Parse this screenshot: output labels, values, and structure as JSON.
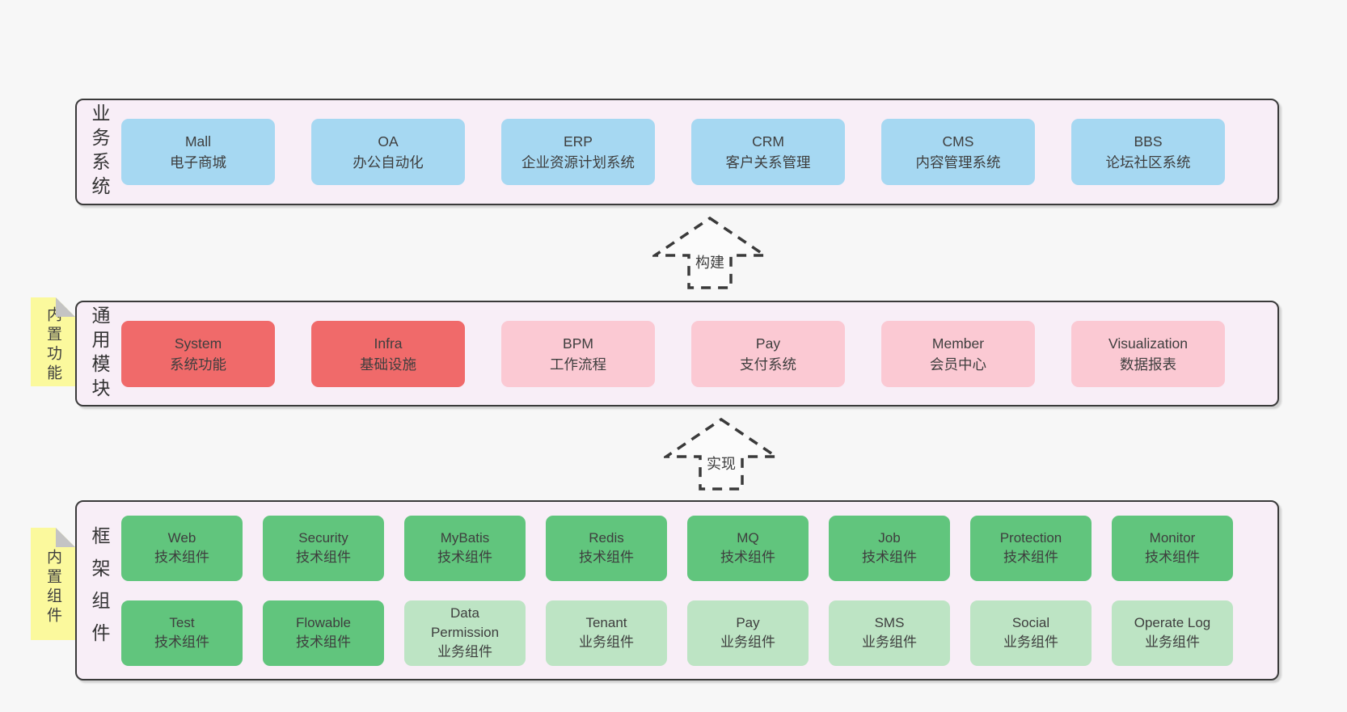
{
  "colors": {
    "page_bg": "#f7f7f7",
    "panel_bg": "#f8eef7",
    "panel_border": "#3a3a3a",
    "blue_box": "#a6d8f2",
    "red_box": "#f06a6a",
    "pink_box": "#fbc9d3",
    "green_box": "#61c57d",
    "light_green_box": "#bde4c4",
    "sticky_bg": "#fbf99d",
    "sticky_fold": "#c4c4c4",
    "text": "#3e3e3e"
  },
  "arrows": {
    "build": "构建",
    "implement": "实现"
  },
  "stickies": {
    "modules": "内置功能",
    "framework": "内置组件"
  },
  "sections": {
    "business": {
      "side_label": "业务系统",
      "boxes": [
        {
          "name": "Mall",
          "desc": "电子商城"
        },
        {
          "name": "OA",
          "desc": "办公自动化"
        },
        {
          "name": "ERP",
          "desc": "企业资源计划系统"
        },
        {
          "name": "CRM",
          "desc": "客户关系管理"
        },
        {
          "name": "CMS",
          "desc": "内容管理系统"
        },
        {
          "name": "BBS",
          "desc": "论坛社区系统"
        }
      ]
    },
    "modules": {
      "side_label": "通用模块",
      "boxes": [
        {
          "name": "System",
          "desc": "系统功能"
        },
        {
          "name": "Infra",
          "desc": "基础设施"
        },
        {
          "name": "BPM",
          "desc": "工作流程"
        },
        {
          "name": "Pay",
          "desc": "支付系统"
        },
        {
          "name": "Member",
          "desc": "会员中心"
        },
        {
          "name": "Visualization",
          "desc": "数据报表"
        }
      ]
    },
    "framework": {
      "side_label": "框架组件",
      "row1": [
        {
          "name": "Web",
          "desc": "技术组件"
        },
        {
          "name": "Security",
          "desc": "技术组件"
        },
        {
          "name": "MyBatis",
          "desc": "技术组件"
        },
        {
          "name": "Redis",
          "desc": "技术组件"
        },
        {
          "name": "MQ",
          "desc": "技术组件"
        },
        {
          "name": "Job",
          "desc": "技术组件"
        },
        {
          "name": "Protection",
          "desc": "技术组件"
        },
        {
          "name": "Monitor",
          "desc": "技术组件"
        }
      ],
      "row2": [
        {
          "name": "Test",
          "desc": "技术组件"
        },
        {
          "name": "Flowable",
          "desc": "技术组件"
        },
        {
          "name": "Data Permission",
          "desc": "业务组件"
        },
        {
          "name": "Tenant",
          "desc": "业务组件"
        },
        {
          "name": "Pay",
          "desc": "业务组件"
        },
        {
          "name": "SMS",
          "desc": "业务组件"
        },
        {
          "name": "Social",
          "desc": "业务组件"
        },
        {
          "name": "Operate Log",
          "desc": "业务组件"
        }
      ]
    }
  }
}
